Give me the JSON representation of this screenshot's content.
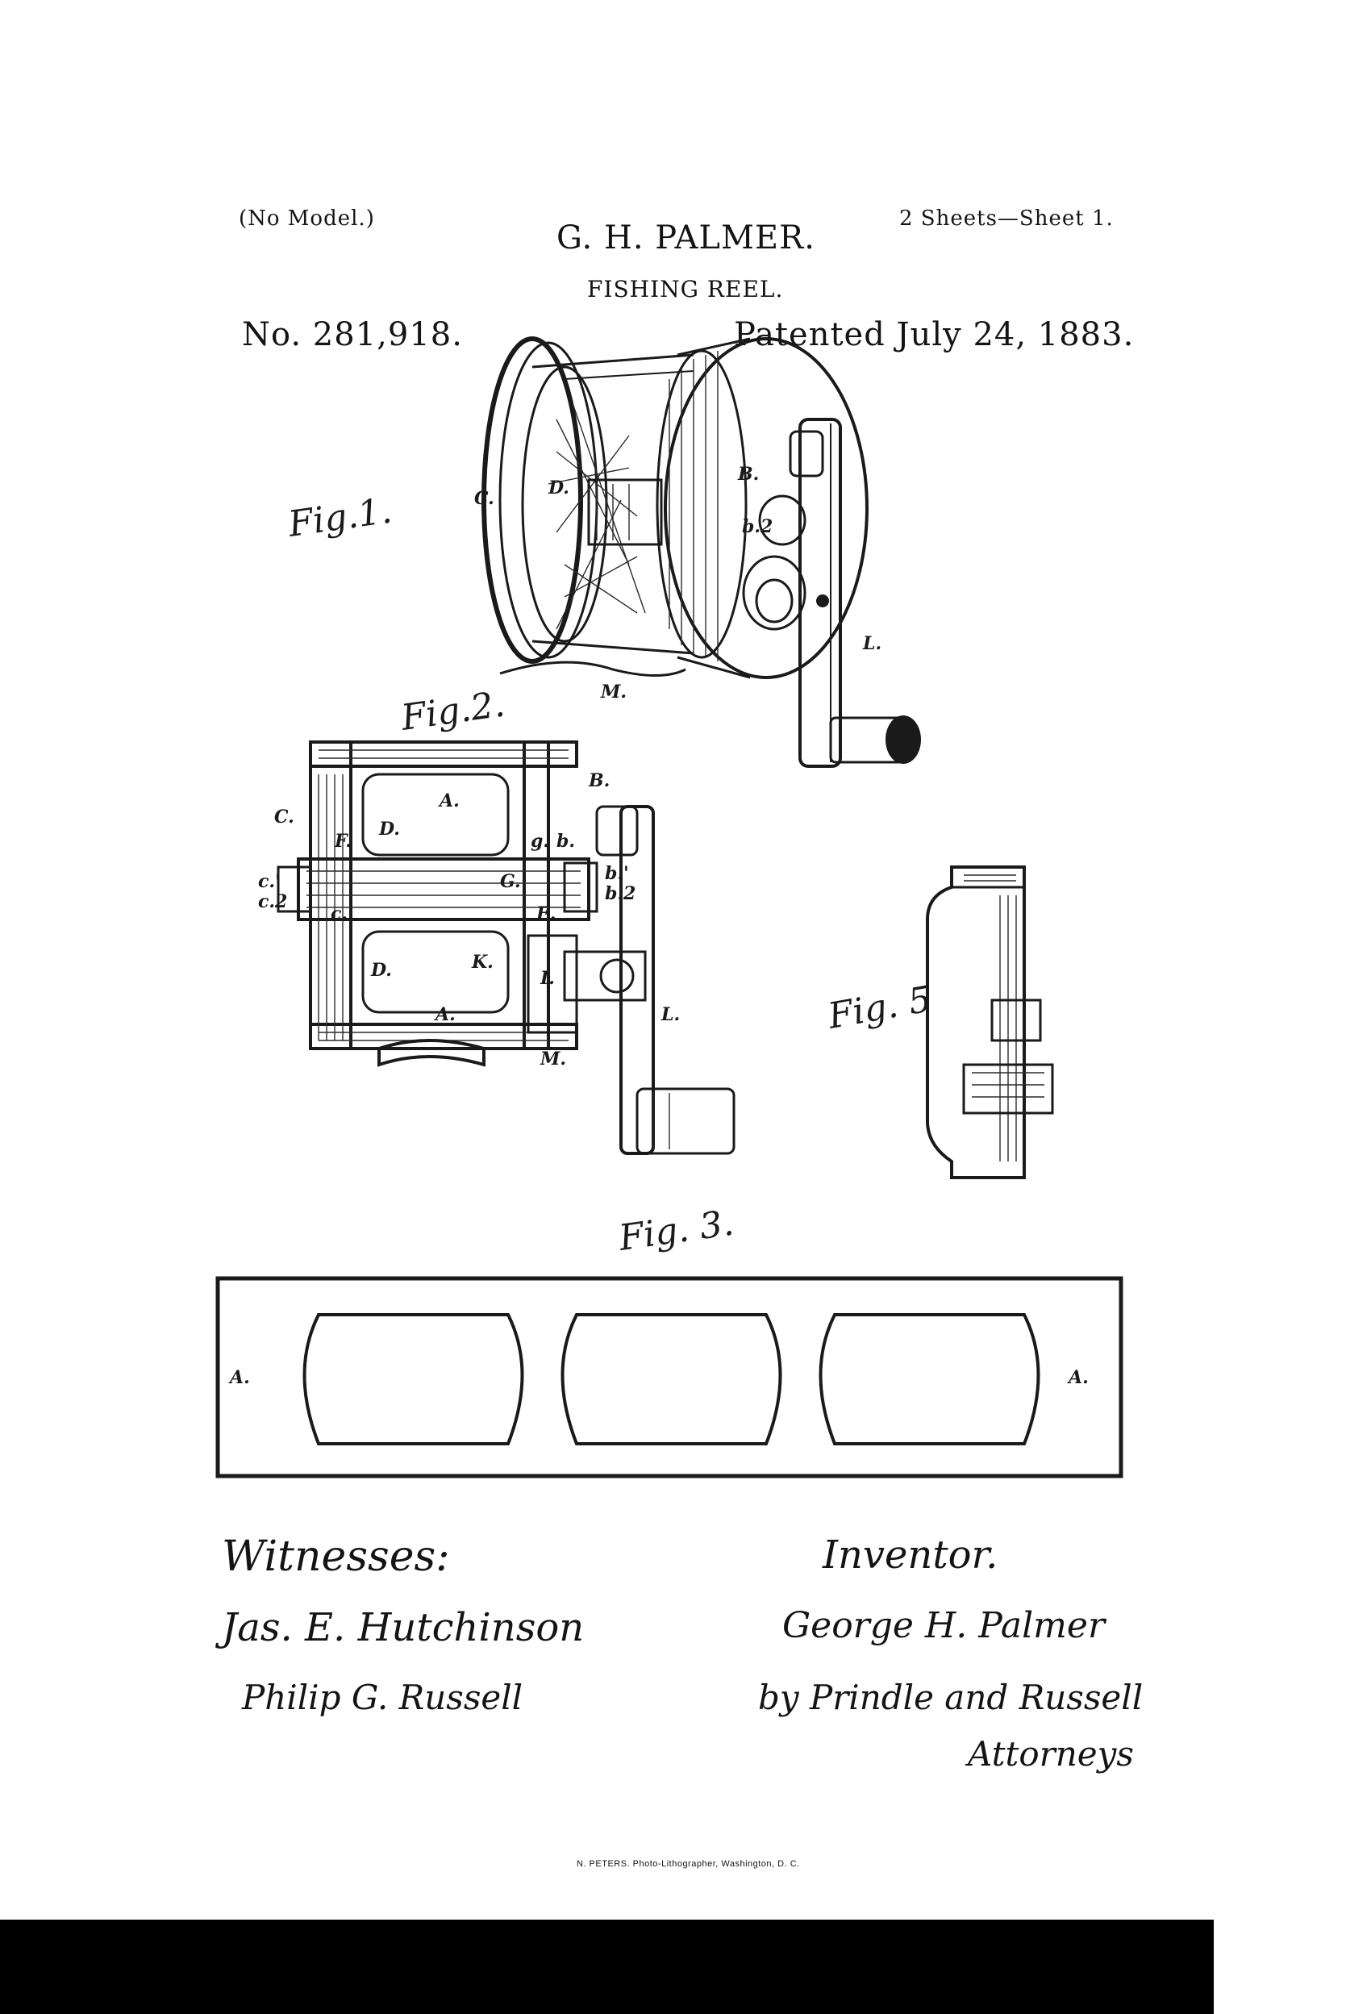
{
  "header": {
    "model_note": "(No Model.)",
    "inventor": "G. H. PALMER.",
    "sheets": "2 Sheets—Sheet 1.",
    "title": "FISHING REEL.",
    "patent_no": "No. 281,918.",
    "patent_date": "Patented July 24, 1883."
  },
  "figures": {
    "fig1": {
      "label": "Fig.1.",
      "parts": [
        "C.",
        "D.",
        "B.",
        "b.2",
        "L.",
        "M."
      ]
    },
    "fig2": {
      "label": "Fig.2.",
      "parts": [
        "A.",
        "B.",
        "C.",
        "D.",
        "F.",
        "G.",
        "g.",
        "b.",
        "b.'",
        "b.2",
        "E.",
        "c.",
        "c.'",
        "c.2",
        "K.",
        "I.",
        "D.",
        "A.",
        "L.",
        "M."
      ]
    },
    "fig3": {
      "label": "Fig. 3.",
      "left_label": "A.",
      "right_label": "A."
    },
    "fig5": {
      "label": "Fig. 5"
    }
  },
  "signatures": {
    "witnesses_heading": "Witnesses:",
    "witness_1": "Jas. E. Hutchinson",
    "witness_2": "Philip G. Russell",
    "inventor_heading": "Inventor.",
    "inventor_signature": "George H. Palmer",
    "by_line": "by Prindle and Russell",
    "attorneys": "Attorneys"
  },
  "footer": {
    "printer": "N. PETERS. Photo-Lithographer, Washington, D. C."
  }
}
